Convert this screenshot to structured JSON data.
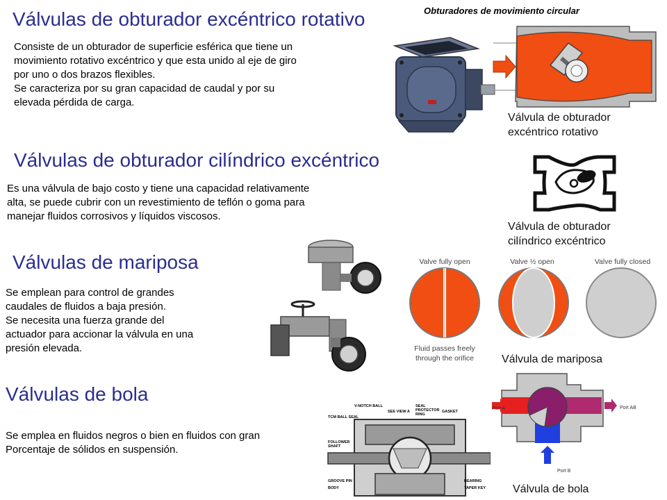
{
  "tag": "Obturadores de movimiento circular",
  "colors": {
    "heading": "#2b2d8f",
    "orange": "#f04e12",
    "steel": "#4a5a7a"
  },
  "sec1": {
    "title": "Válvulas de obturador excéntrico rotativo",
    "lines": [
      "Consiste de un obturador de superficie esférica que tiene un",
      "movimiento rotativo excéntrico y que esta unido al eje de giro",
      "por uno o dos brazos flexibles.",
      "Se caracteriza por su gran capacidad de caudal y por su",
      "elevada pérdida de carga."
    ],
    "caption": [
      "Válvula de obturador",
      "excéntrico rotativo"
    ]
  },
  "sec2": {
    "title": "Válvulas de obturador cilíndrico excéntrico",
    "lines": [
      "Es una válvula de bajo costo y tiene una capacidad relativamente",
      "alta, se puede cubrir con un revestimiento de teflón o goma para",
      "manejar fluidos corrosivos y líquidos viscosos."
    ],
    "caption": [
      "Válvula de obturador",
      "cilíndrico  excéntrico"
    ]
  },
  "sec3": {
    "title": "Válvulas de mariposa",
    "lines": [
      "Se emplean para control de grandes",
      "caudales de fluidos a baja presión.",
      "Se necesita una fuerza grande del",
      "actuador para accionar la válvula en una",
      "presión elevada."
    ],
    "diagram": {
      "open": "Valve fully open",
      "half": "Valve ½ open",
      "closed": "Valve fully closed",
      "note": [
        "Fluid passes freely",
        "through the orifice"
      ]
    },
    "caption": "Válvula de mariposa"
  },
  "sec4": {
    "title": "Válvulas de bola",
    "lines": [
      "Se emplea en fluidos negros o bien en fluidos con gran",
      "Porcentaje de sólidos en suspensión."
    ],
    "cutaway_labels": {
      "vnotch": "V-NOTCH BALL",
      "seeview": "SEE VIEW A",
      "seal": [
        "SEAL",
        "PROTECTOR",
        "RING"
      ],
      "gasket": "GASKET",
      "tcm": "TCM BALL SEAL",
      "follower": [
        "FOLLOWER",
        "SHAFT"
      ],
      "groove": "GROOVE PIN",
      "body": "BODY",
      "bearing": "BEARING",
      "taper": "TAPER KEY"
    },
    "ports": {
      "a": "Port A",
      "ab": "Port AB",
      "b": "Port B"
    },
    "caption": "Válvula de bola"
  }
}
